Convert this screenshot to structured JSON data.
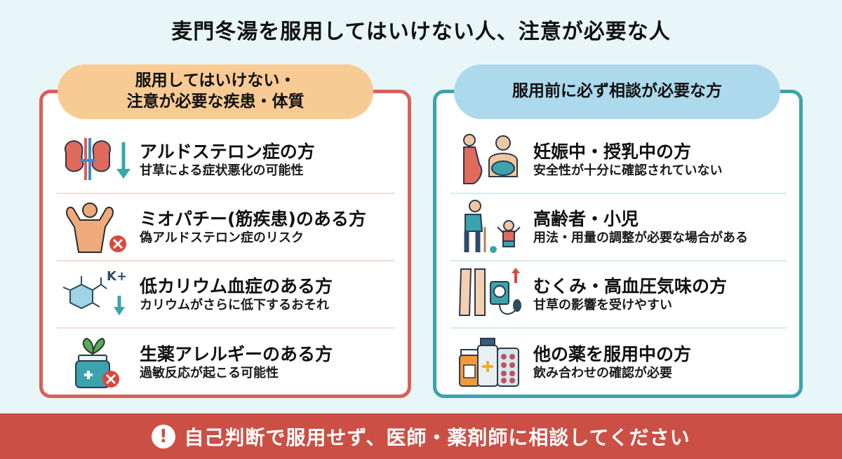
{
  "title": "麦門冬湯を服用してはいけない人、注意が必要な人",
  "left_panel": {
    "header_line1": "服用してはいけない・",
    "header_line2": "注意が必要な疾患・体質",
    "items": [
      {
        "icon": "kidney-down-arrow-icon",
        "title": "アルドステロン症の方",
        "desc": "甘草による症状悪化の可能性"
      },
      {
        "icon": "muscle-cross-icon",
        "title": "ミオパチー(筋疾患)のある方",
        "desc": "偽アルドステロン症のリスク"
      },
      {
        "icon": "potassium-molecule-icon",
        "title": "低カリウム血症のある方",
        "desc": "カリウムがさらに低下するおそれ",
        "icon_label": "K+"
      },
      {
        "icon": "herbal-jar-cross-icon",
        "title": "生薬アレルギーのある方",
        "desc": "過敏反応が起こる可能性"
      }
    ]
  },
  "right_panel": {
    "header": "服用前に必ず相談が必要な方",
    "items": [
      {
        "icon": "pregnant-nursing-icon",
        "title": "妊娠中・授乳中の方",
        "desc": "安全性が十分に確認されていない"
      },
      {
        "icon": "elderly-child-icon",
        "title": "高齢者・小児",
        "desc": "用法・用量の調整が必要な場合がある"
      },
      {
        "icon": "edema-blood-pressure-icon",
        "title": "むくみ・高血圧気味の方",
        "desc": "甘草の影響を受けやすい"
      },
      {
        "icon": "medicines-icon",
        "title": "他の薬を服用中の方",
        "desc": "飲み合わせの確認が必要"
      }
    ]
  },
  "banner": {
    "icon": "exclamation-icon",
    "text": "自己判断で服用せず、医師・薬剤師に相談してください"
  },
  "colors": {
    "background": "#e8f6f7",
    "left_accent": "#d9605a",
    "left_pill": "#f8cb94",
    "right_accent": "#3ba3ae",
    "right_pill": "#acd9ec",
    "banner": "#cc4f45"
  }
}
